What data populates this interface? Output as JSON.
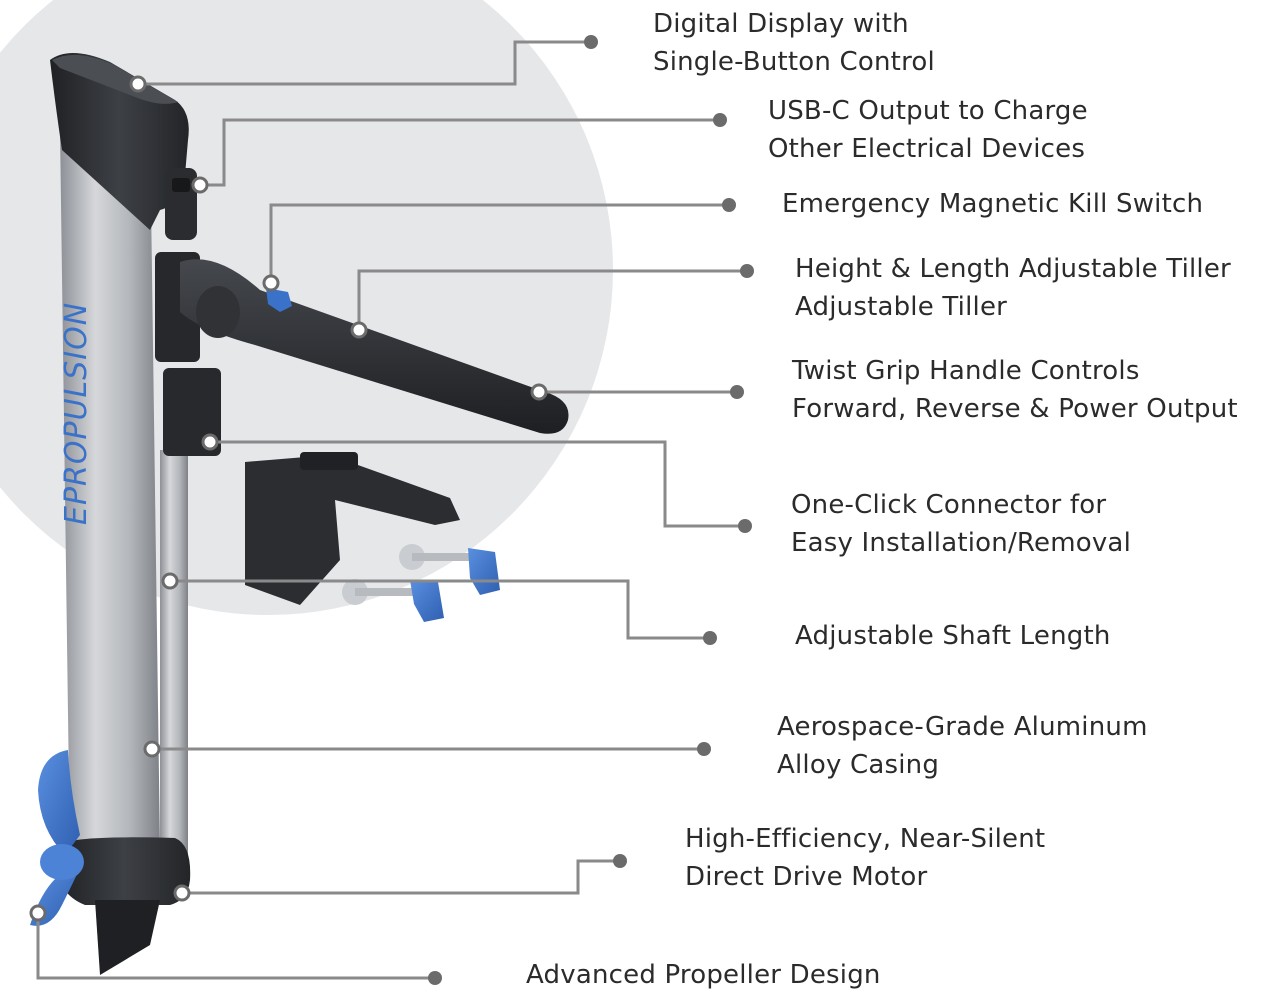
{
  "brand": {
    "shaft_logo": "EPROPULSION"
  },
  "colors": {
    "background_circle": "#e6e7e9",
    "leader_line": "#8a8a8a",
    "leader_dot": "#6b6b6b",
    "accent_blue": "#3a72c9",
    "housing_dark": "#2f3135",
    "shaft_silver": "#b9bcc0",
    "label_text": "#2b2b2b"
  },
  "callouts": [
    {
      "id": "display",
      "lines": [
        "Digital Display with",
        "Single-Button Control"
      ]
    },
    {
      "id": "usbc",
      "lines": [
        "USB-C Output to Charge",
        "Other Electrical Devices"
      ]
    },
    {
      "id": "kill",
      "lines": [
        "Emergency Magnetic Kill Switch"
      ]
    },
    {
      "id": "tiller",
      "lines": [
        "Height & Length Adjustable Tiller",
        "Adjustable Tiller"
      ]
    },
    {
      "id": "twist",
      "lines": [
        "Twist Grip Handle Controls",
        "Forward, Reverse & Power Output"
      ]
    },
    {
      "id": "connector",
      "lines": [
        "One-Click Connector for",
        "Easy Installation/Removal"
      ]
    },
    {
      "id": "shaft",
      "lines": [
        "Adjustable Shaft Length"
      ]
    },
    {
      "id": "casing",
      "lines": [
        "Aerospace-Grade Aluminum",
        "Alloy Casing"
      ]
    },
    {
      "id": "motor",
      "lines": [
        "High-Efficiency, Near-Silent",
        "Direct Drive Motor"
      ]
    },
    {
      "id": "propeller",
      "lines": [
        "Advanced Propeller Design"
      ]
    }
  ]
}
